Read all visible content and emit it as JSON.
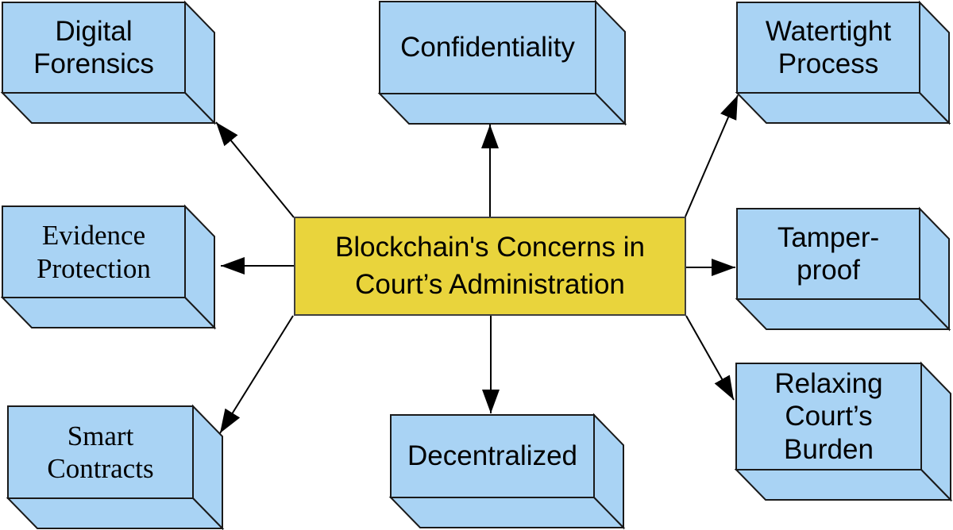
{
  "center": {
    "label": "Blockchain's Concerns in\nCourt’s Administration"
  },
  "nodes": [
    {
      "id": "digital-forensics",
      "label": "Digital\nForensics"
    },
    {
      "id": "confidentiality",
      "label": "Confidentiality"
    },
    {
      "id": "watertight-process",
      "label": "Watertight\nProcess"
    },
    {
      "id": "evidence-protection",
      "label": "Evidence\nProtection"
    },
    {
      "id": "tamper-proof",
      "label": "Tamper-\nproof"
    },
    {
      "id": "smart-contracts",
      "label": "Smart\nContracts"
    },
    {
      "id": "decentralized",
      "label": "Decentralized"
    },
    {
      "id": "relaxing-courts-burden",
      "label": "Relaxing\nCourt’s\nBurden"
    }
  ],
  "arrows": [
    {
      "from": "center",
      "to": "digital-forensics"
    },
    {
      "from": "center",
      "to": "confidentiality"
    },
    {
      "from": "center",
      "to": "watertight-process"
    },
    {
      "from": "center",
      "to": "evidence-protection"
    },
    {
      "from": "center",
      "to": "tamper-proof"
    },
    {
      "from": "center",
      "to": "smart-contracts"
    },
    {
      "from": "center",
      "to": "decentralized"
    },
    {
      "from": "center",
      "to": "relaxing-courts-burden"
    }
  ],
  "colors": {
    "node_fill": "#A9D3F4",
    "node_stroke": "#1a1a1a",
    "center_fill": "#E9D43C",
    "center_stroke": "#3f3f3f",
    "arrow": "#000000",
    "text": "#000000"
  }
}
